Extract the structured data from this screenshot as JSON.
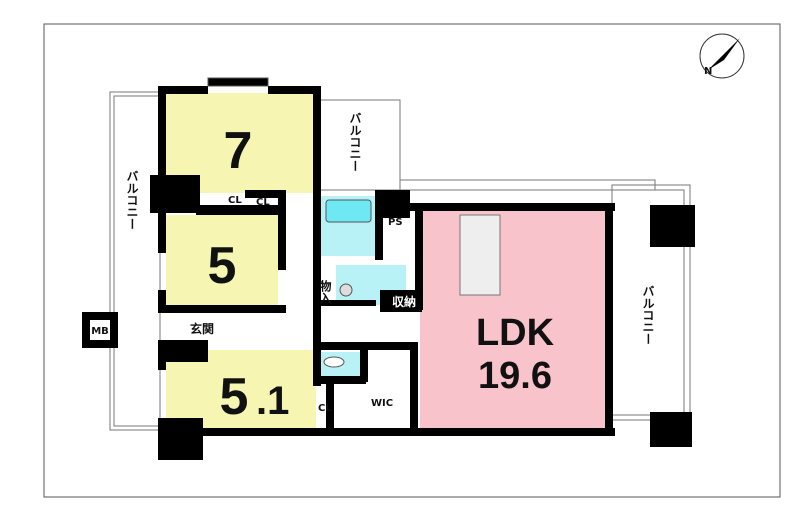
{
  "floor_plan": {
    "rooms": {
      "room_7": "7",
      "room_5": "5",
      "room_51_main": "5",
      "room_51_decimal": ".1",
      "ldk_label": "LDK",
      "ldk_size": "19.6",
      "wic": "WIC",
      "entrance": "玄関",
      "storage_mono": "物入",
      "storage_shuno": "収納",
      "ps": "PS",
      "mb": "MB",
      "cl_1": "CL",
      "cl_2": "CL",
      "cl_3": "CL"
    },
    "balconies": [
      "バルコニー",
      "バルコニー",
      "バルコニー"
    ],
    "compass": {
      "label": "N"
    },
    "colors": {
      "bedroom": "#f6f6b2",
      "ldk": "#f8c3ca",
      "wet_area": "#b8f2f6",
      "bathtub": "#6ee8f2"
    }
  }
}
